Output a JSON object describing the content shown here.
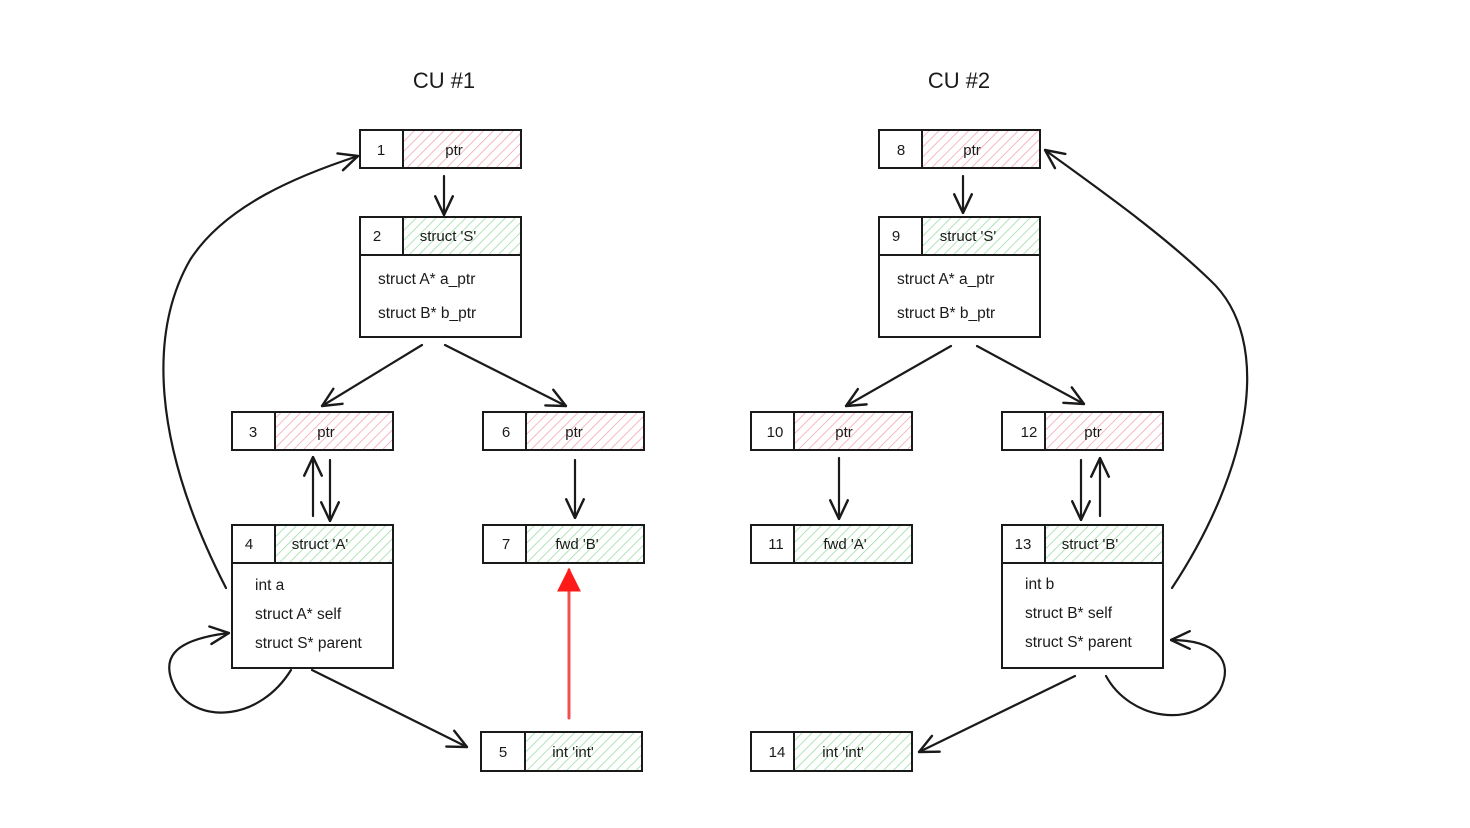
{
  "colors": {
    "pointer_hatch": "#f3a6b6",
    "type_hatch": "#9ddca8",
    "stroke": "#1a1a1a",
    "highlight_edge": "#f05050"
  },
  "clusters": [
    {
      "id": "cu1",
      "title": "CU #1"
    },
    {
      "id": "cu2",
      "title": "CU #2"
    }
  ],
  "nodes": [
    {
      "id": "n1",
      "num": "1",
      "tag": "ptr",
      "kind": "pointer",
      "members": []
    },
    {
      "id": "n2",
      "num": "2",
      "tag": "struct 'S'",
      "kind": "type",
      "members": [
        "struct A* a_ptr",
        "struct B* b_ptr"
      ]
    },
    {
      "id": "n3",
      "num": "3",
      "tag": "ptr",
      "kind": "pointer",
      "members": []
    },
    {
      "id": "n4",
      "num": "4",
      "tag": "struct 'A'",
      "kind": "type",
      "members": [
        "int a",
        "struct A* self",
        "struct S* parent"
      ]
    },
    {
      "id": "n5",
      "num": "5",
      "tag": "int 'int'",
      "kind": "type",
      "members": []
    },
    {
      "id": "n6",
      "num": "6",
      "tag": "ptr",
      "kind": "pointer",
      "members": []
    },
    {
      "id": "n7",
      "num": "7",
      "tag": "fwd 'B'",
      "kind": "type",
      "members": []
    },
    {
      "id": "n8",
      "num": "8",
      "tag": "ptr",
      "kind": "pointer",
      "members": []
    },
    {
      "id": "n9",
      "num": "9",
      "tag": "struct 'S'",
      "kind": "type",
      "members": [
        "struct A* a_ptr",
        "struct B* b_ptr"
      ]
    },
    {
      "id": "n10",
      "num": "10",
      "tag": "ptr",
      "kind": "pointer",
      "members": []
    },
    {
      "id": "n11",
      "num": "11",
      "tag": "fwd 'A'",
      "kind": "type",
      "members": []
    },
    {
      "id": "n12",
      "num": "12",
      "tag": "ptr",
      "kind": "pointer",
      "members": []
    },
    {
      "id": "n13",
      "num": "13",
      "tag": "struct 'B'",
      "kind": "type",
      "members": [
        "int b",
        "struct B* self",
        "struct S* parent"
      ]
    },
    {
      "id": "n14",
      "num": "14",
      "tag": "int 'int'",
      "kind": "type",
      "members": []
    }
  ],
  "edges": [
    {
      "id": "e1-2",
      "from": "n1",
      "to": "n2"
    },
    {
      "id": "e2-3",
      "from": "n2",
      "to": "n3"
    },
    {
      "id": "e2-6",
      "from": "n2",
      "to": "n6"
    },
    {
      "id": "e3-4",
      "from": "n3",
      "to": "n4"
    },
    {
      "id": "e4-3",
      "from": "n4",
      "to": "n3"
    },
    {
      "id": "e4-1",
      "from": "n4",
      "to": "n1"
    },
    {
      "id": "e4-4",
      "from": "n4",
      "to": "n4"
    },
    {
      "id": "e4-5",
      "from": "n4",
      "to": "n5"
    },
    {
      "id": "e6-7",
      "from": "n6",
      "to": "n7"
    },
    {
      "id": "e5-7",
      "from": "n5",
      "to": "n7",
      "highlight": true
    },
    {
      "id": "e8-9",
      "from": "n8",
      "to": "n9"
    },
    {
      "id": "e9-10",
      "from": "n9",
      "to": "n10"
    },
    {
      "id": "e9-12",
      "from": "n9",
      "to": "n12"
    },
    {
      "id": "e10-11",
      "from": "n10",
      "to": "n11"
    },
    {
      "id": "e12-13",
      "from": "n12",
      "to": "n13"
    },
    {
      "id": "e13-12",
      "from": "n13",
      "to": "n12"
    },
    {
      "id": "e13-8",
      "from": "n13",
      "to": "n8"
    },
    {
      "id": "e13-13",
      "from": "n13",
      "to": "n13"
    },
    {
      "id": "e13-14",
      "from": "n13",
      "to": "n14"
    }
  ]
}
